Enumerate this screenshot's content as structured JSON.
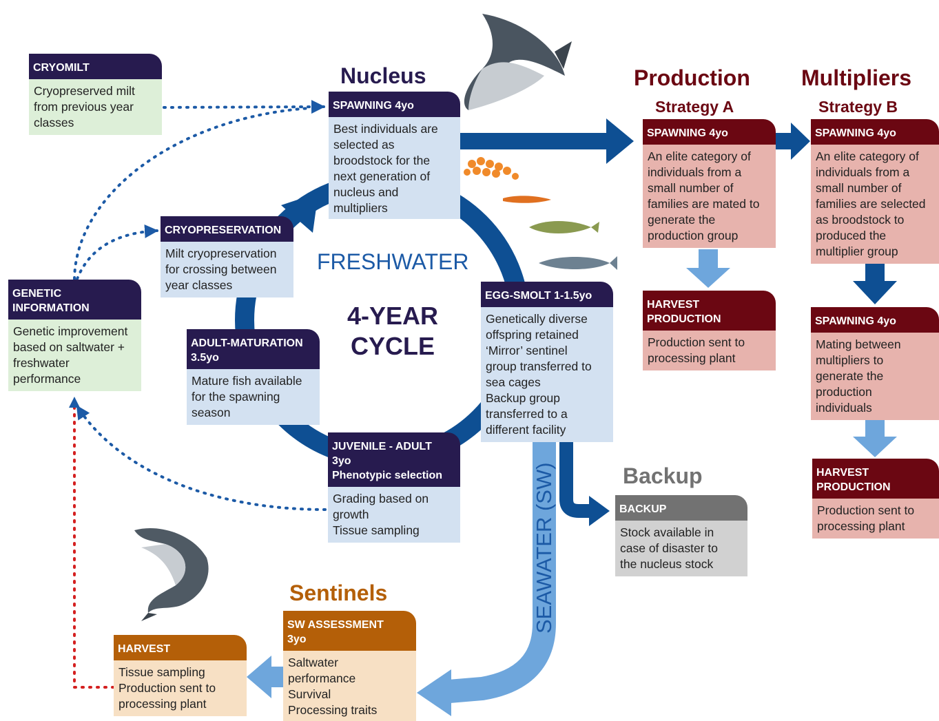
{
  "titles": {
    "nucleus": "Nucleus",
    "production": "Production",
    "strategy_a": "Strategy A",
    "multipliers": "Multipliers",
    "strategy_b": "Strategy B",
    "backup": "Backup",
    "sentinels": "Sentinels"
  },
  "center": {
    "freshwater": "FRESHWATER",
    "cycle_line1": "4-YEAR",
    "cycle_line2": "CYCLE",
    "seawater": "SEAWATER (SW)"
  },
  "boxes": {
    "cryomilt": {
      "header": "CRYOMILT",
      "lines": [
        "Cryopreserved milt",
        "from previous year",
        "classes"
      ]
    },
    "spawning_nucleus": {
      "header": "SPAWNING 4yo",
      "lines": [
        "Best individuals are",
        "selected as",
        "broodstock for the",
        "next generation of",
        "nucleus and",
        "multipliers"
      ]
    },
    "cryopreservation": {
      "header": "CRYOPRESERVATION",
      "lines": [
        "Milt cryopreservation",
        "for crossing between",
        "year classes"
      ]
    },
    "genetic_information": {
      "header_lines": [
        "GENETIC",
        "INFORMATION"
      ],
      "lines": [
        "Genetic improvement",
        "based on saltwater +",
        "freshwater",
        "performance"
      ]
    },
    "adult_maturation": {
      "header_lines": [
        "ADULT-MATURATION",
        "3.5yo"
      ],
      "lines": [
        "Mature fish available",
        "for the spawning",
        "season"
      ]
    },
    "egg_smolt": {
      "header": "EGG-SMOLT 1-1.5yo",
      "lines": [
        "Genetically diverse",
        "offspring retained",
        "‘Mirror’ sentinel",
        "group transferred to",
        "sea cages",
        "Backup group",
        "transferred to a",
        "different facility"
      ]
    },
    "juvenile_adult": {
      "header_lines": [
        "JUVENILE - ADULT",
        "3yo",
        "Phenotypic selection"
      ],
      "lines": [
        "Grading based on",
        "growth",
        "Tissue sampling"
      ]
    },
    "spawning_a": {
      "header": "SPAWNING 4yo",
      "lines": [
        "An elite category of",
        "individuals from a",
        "small number of",
        "families are mated to",
        "generate the",
        "production group"
      ]
    },
    "harvest_a": {
      "header_lines": [
        "HARVEST",
        "PRODUCTION"
      ],
      "lines": [
        "Production sent to",
        "processing plant"
      ]
    },
    "spawning_b1": {
      "header": "SPAWNING 4yo",
      "lines": [
        "An elite category of",
        "individuals from a",
        "small number of",
        "families are selected",
        "as broodstock to",
        "produced the",
        "multiplier group"
      ]
    },
    "spawning_b2": {
      "header": "SPAWNING 4yo",
      "lines": [
        "Mating between",
        "multipliers to",
        "generate the",
        "production",
        "individuals"
      ]
    },
    "harvest_b": {
      "header_lines": [
        "HARVEST",
        "PRODUCTION"
      ],
      "lines": [
        "Production sent to",
        "processing plant"
      ]
    },
    "backup": {
      "header": "BACKUP",
      "lines": [
        "Stock available in",
        "case of disaster to",
        "the nucleus stock"
      ]
    },
    "sw_assessment": {
      "header_lines": [
        "SW ASSESSMENT",
        "3yo"
      ],
      "lines": [
        "Saltwater",
        "performance",
        "Survival",
        "Processing traits"
      ]
    },
    "harvest_sentinel": {
      "header": "HARVEST",
      "lines": [
        "Tissue sampling",
        "Production sent to",
        "processing plant"
      ]
    }
  },
  "colors": {
    "navy": "#271b4f",
    "dark_blue_arrow": "#0e4f93",
    "light_blue_arrow": "#6ea6dc",
    "production_red": "#6b0712",
    "sentinel_orange": "#b45f08",
    "backup_grey": "#727272",
    "dotted_blue": "#1c5aa6",
    "dotted_red": "#d42020"
  }
}
